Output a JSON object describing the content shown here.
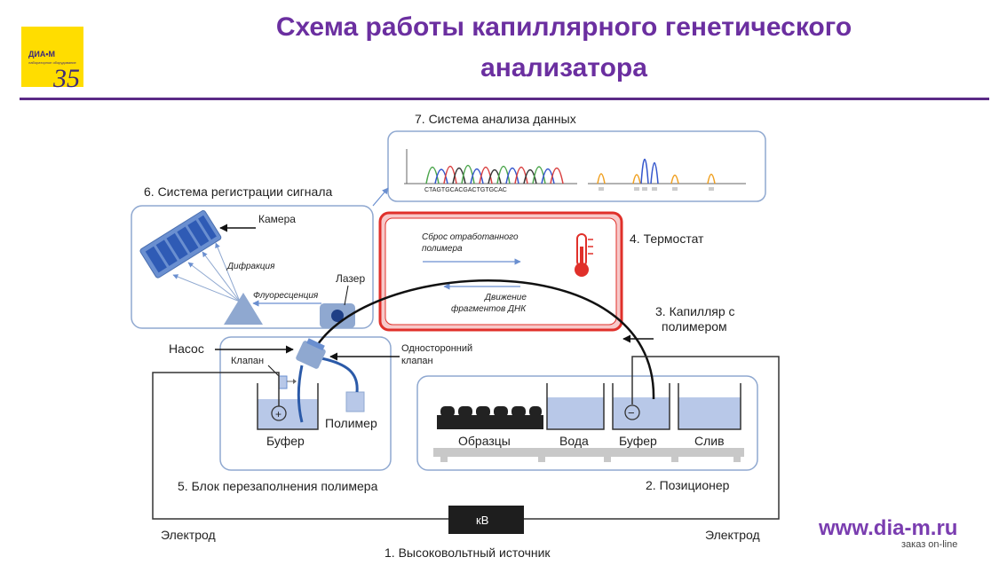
{
  "title_line1": "Схема работы капиллярного генетического",
  "title_line2": "анализатора",
  "logo": {
    "brand": "ДИА•М",
    "tagline": "лабораторное оборудование",
    "anniversary": "35"
  },
  "website": {
    "url": "www.dia-m.ru",
    "tagline": "заказ on-line"
  },
  "labels": {
    "data_system": "7. Система анализа данных",
    "signal_system": "6. Система регистрации сигнала",
    "camera": "Камера",
    "diffraction": "Дифракция",
    "fluorescence": "Флуоресценция",
    "laser": "Лазер",
    "waste_polymer_1": "Сброс отработанного",
    "waste_polymer_2": "полимера",
    "dna_movement_1": "Движение",
    "dna_movement_2": "фрагментов ДНК",
    "thermostat": "4. Термостат",
    "capillary_1": "3. Капилляр с",
    "capillary_2": "полимером",
    "pump": "Насос",
    "check_valve_1": "Односторонний",
    "check_valve_2": "клапан",
    "valve": "Клапан",
    "buffer_left": "Буфер",
    "polymer": "Полимер",
    "refill_block": "5. Блок перезаполнения полимера",
    "samples": "Образцы",
    "water": "Вода",
    "buffer_right": "Буфер",
    "drain": "Слив",
    "positioner": "2. Позиционер",
    "electrode_left": "Электрод",
    "electrode_right": "Электрод",
    "kv": "кВ",
    "power_source": "1. Высоковольтный источник",
    "plus": "+",
    "minus": "−",
    "sequence": "CTAGTGCACGACTGTGCAC"
  },
  "colors": {
    "title": "#6b2fa0",
    "box_border": "#8fa8d0",
    "liquid": "#b8c8e8",
    "tube": "#2b5aa8",
    "thermostat_outer": "#e0302a",
    "thermostat_fill": "#f7c9c9",
    "peak_green": "#4ca64c",
    "peak_blue": "#3355cc",
    "peak_red": "#d94040",
    "peak_orange": "#f0a020"
  }
}
